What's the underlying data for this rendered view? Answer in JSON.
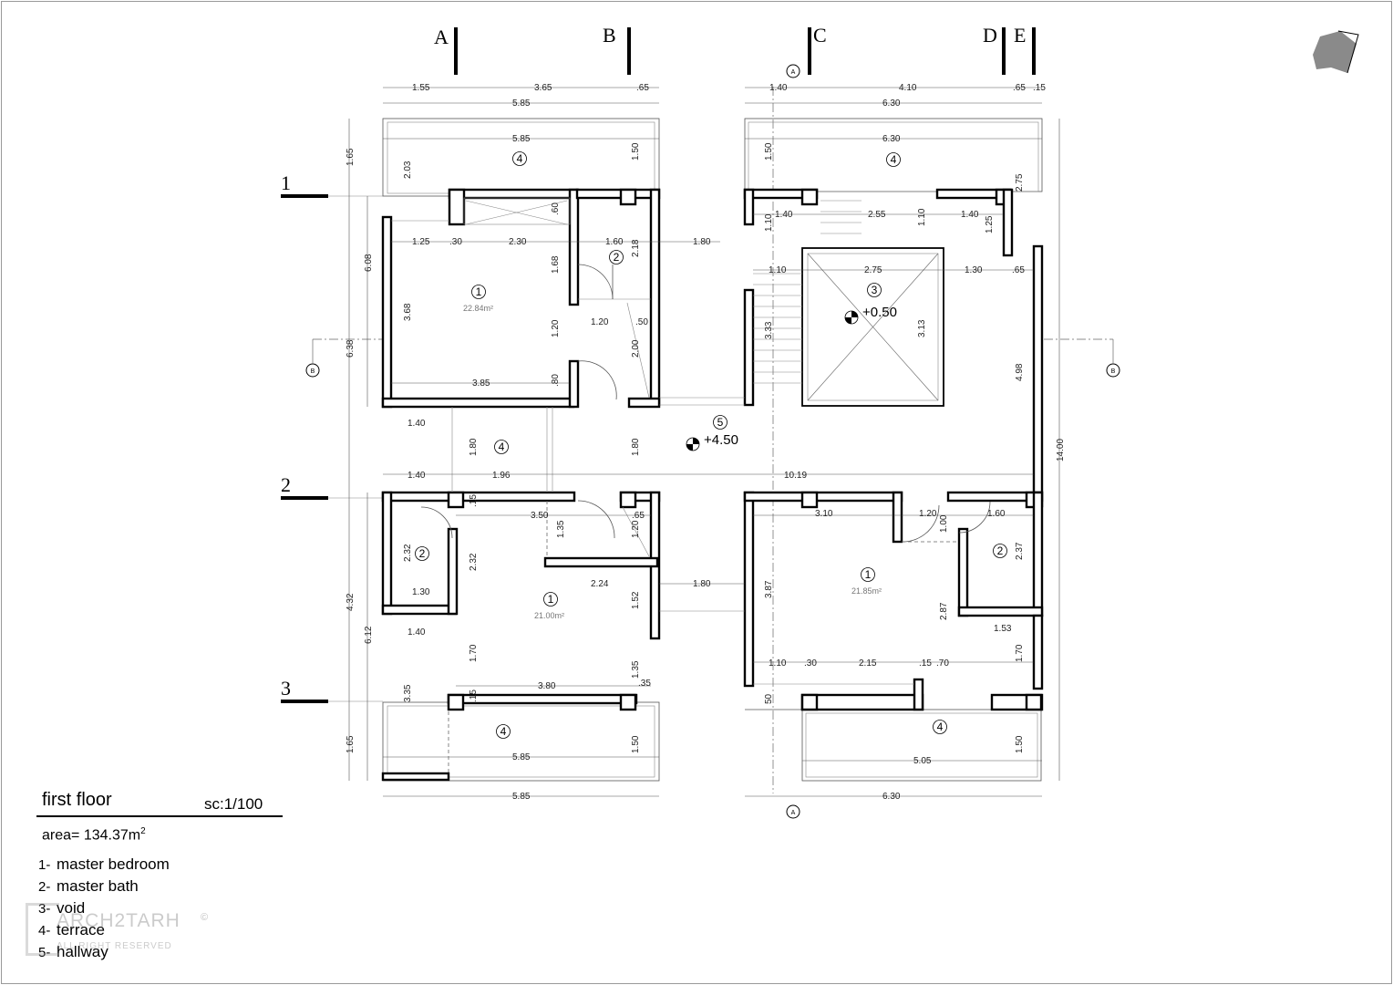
{
  "grid_columns": [
    "A",
    "B",
    "C",
    "D",
    "E"
  ],
  "grid_rows": [
    "1",
    "2",
    "3"
  ],
  "section_markers": [
    "A",
    "A",
    "B",
    "B"
  ],
  "top_dims": {
    "left_segments": [
      "1.55",
      "3.65",
      ".65"
    ],
    "left_total": "5.85",
    "right_segments": [
      "1.40",
      "4.10",
      ".65",
      ".15"
    ],
    "right_total": "6.30",
    "left_terrace": "5.85",
    "right_terrace": "6.30"
  },
  "bottom_dims": {
    "left_total": "5.85",
    "right_total": "6.30",
    "left_terrace": "5.85",
    "right_terrace": "5.05"
  },
  "left_dims": [
    "1.65",
    "6.08",
    "6.38",
    "4.32",
    "6.12",
    "1.65",
    "2.03",
    "3.68",
    "2.32",
    "3.35"
  ],
  "right_dims": {
    "overall": "14.00",
    "wall": "4.98",
    "top": "2.75",
    "mid": "1.25"
  },
  "interior_dims": {
    "d_1_25": "1.25",
    "d_30a": ".30",
    "d_2_30": "2.30",
    "d_1_60": "1.60",
    "d_2_18": "2.18",
    "d_1_80a": "1.80",
    "d_60": ".60",
    "d_1_68": "1.68",
    "d_1_20a": "1.20",
    "d_1_20b": "1.20",
    "d_50a": ".50",
    "d_2_00": "2.00",
    "d_80": ".80",
    "d_3_85": "3.85",
    "d_1_50a": "1.50",
    "d_1_40a": "1.40",
    "d_1_80b": "1.80",
    "d_1_80c": "1.80",
    "d_1_40b": "1.40",
    "d_1_96": "1.96",
    "d_10_19": "10.19",
    "d_1_40c": "1.40",
    "d_2_55": "2.55",
    "d_1_10a": "1.10",
    "d_1_40d": "1.40",
    "d_1_10b": "1.10",
    "d_2_75": "2.75",
    "d_1_30a": "1.30",
    "d_65a": ".65",
    "d_3_33": "3.33",
    "d_3_13": "3.13",
    "d_1_50b": "1.50",
    "d_1_10c": "1.10",
    "d_15a": ".15",
    "d_3_50": "3.50",
    "d_1_35a": "1.35",
    "d_65b": ".65",
    "d_1_20c": "1.20",
    "d_2_32a": "2.32",
    "d_2_32b": "2.32",
    "d_1_30b": "1.30",
    "d_2_24": "2.24",
    "d_1_80d": "1.80",
    "d_1_52": "1.52",
    "d_1_40e": "1.40",
    "d_1_70a": "1.70",
    "d_1_35b": "1.35",
    "d_35": ".35",
    "d_3_80": "3.80",
    "d_15b": ".15",
    "d_1_50c": "1.50",
    "d_3_10": "3.10",
    "d_1_20d": "1.20",
    "d_1_00": "1.00",
    "d_1_60b": "1.60",
    "d_2_37": "2.37",
    "d_3_87": "3.87",
    "d_2_87": "2.87",
    "d_1_53": "1.53",
    "d_1_10d": "1.10",
    "d_30b": ".30",
    "d_2_15": "2.15",
    "d_15c": ".15",
    "d_70": ".70",
    "d_1_70b": "1.70",
    "d_50b": "50",
    "d_1_50d": "1.50"
  },
  "rooms": {
    "master_bed_top": {
      "num": "1",
      "area": "22.84m²"
    },
    "bath_top": {
      "num": "2"
    },
    "void": {
      "num": "3",
      "level": "+0.50"
    },
    "terrace_tl": {
      "num": "4"
    },
    "terrace_tr": {
      "num": "4"
    },
    "terrace_mid": {
      "num": "4"
    },
    "hallway": {
      "num": "5",
      "level": "+4.50"
    },
    "bath_bl": {
      "num": "2"
    },
    "master_bed_bl": {
      "num": "1",
      "area": "21.00m²"
    },
    "master_bed_br": {
      "num": "1",
      "area": "21.85m²"
    },
    "bath_br": {
      "num": "2"
    },
    "terrace_bl": {
      "num": "4"
    },
    "terrace_br": {
      "num": "4"
    }
  },
  "legend": {
    "title": "first floor",
    "scale": "sc:1/100",
    "area_label": "area= 134.37m",
    "area_sup": "2",
    "items": [
      {
        "num": "1-",
        "label": "master bedroom"
      },
      {
        "num": "2-",
        "label": "master bath"
      },
      {
        "num": "3-",
        "label": "void"
      },
      {
        "num": "4-",
        "label": "terrace"
      },
      {
        "num": "5-",
        "label": "hallway"
      }
    ]
  },
  "watermark": {
    "brand": "ARCH2TARH",
    "sub": "ALL RIGHT RESERVED",
    "symbol": "©"
  },
  "north_icon": "north-arrow-icon"
}
